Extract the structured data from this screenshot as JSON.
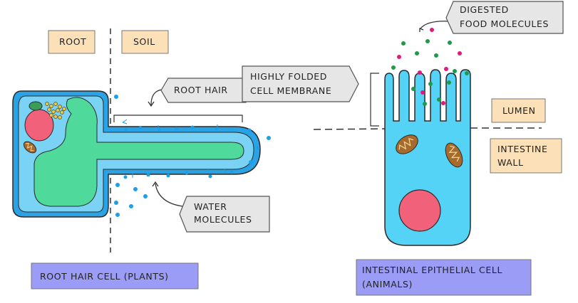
{
  "labels": {
    "root": "ROOT",
    "soil": "SOIL",
    "root_hair": "ROOT HAIR",
    "water_molecules_1": "WATER",
    "water_molecules_2": "MOLECULES",
    "highly_folded_1": "HIGHLY FOLDED",
    "highly_folded_2": "CELL MEMBRANE",
    "digested_1": "DIGESTED",
    "digested_2": "FOOD MOLECULES",
    "lumen": "LUMEN",
    "intestine_wall_1": "INTESTINE",
    "intestine_wall_2": "WALL",
    "caption_plant": "ROOT HAIR CELL (PLANTS)",
    "caption_animal_1": "INTESTINAL EPITHELIAL CELL",
    "caption_animal_2": "(ANIMALS)"
  },
  "colors": {
    "cell_wall_blue": "#29a3e6",
    "cytoplasm_light_blue": "#7ad3f5",
    "vacuole_green": "#4fd99b",
    "nucleus_pink": "#f2617a",
    "mitochondria_brown": "#a86a2a",
    "chloroplast_yellow": "#e8c84a",
    "epithelial_blue": "#55d3f7",
    "tag_orange": "#fbe0b8",
    "tag_grey": "#e6e6e6",
    "caption_purple": "#9a9cf5",
    "molecule_green": "#1e9a4a",
    "molecule_magenta": "#e0197a",
    "water_dot": "#1aa0e6"
  }
}
